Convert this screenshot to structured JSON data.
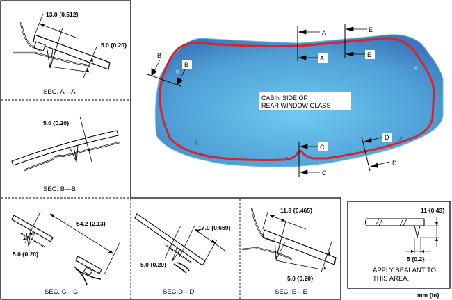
{
  "sections": {
    "a": {
      "caption": "SEC. A—A",
      "dim1": "13.0 {0.512}",
      "dim2": "5.0 {0.20}"
    },
    "b": {
      "caption": "SEC. B—B",
      "dim1": "5.0 {0.20}"
    },
    "c": {
      "caption": "SEC. C—C",
      "dim1": "54.2 {2.13}",
      "dim2": "5.0 {0.20}"
    },
    "d": {
      "caption": "SEC.D—D",
      "dim1": "17.0 {0.669}",
      "dim2": "5.0 {0.20}"
    },
    "e": {
      "caption": "SEC. E—E",
      "dim1": "11.8 {0.465}",
      "dim2": "5.0 {0.20}"
    }
  },
  "glass": {
    "label_line1": "CABIN SIDE OF",
    "label_line2": "REAR WINDOW GLASS",
    "markers": {
      "a": "A",
      "b": "B",
      "c": "C",
      "d": "D",
      "e": "E"
    },
    "colors": {
      "glass": "#5aaee0",
      "sealant": "#d9232a"
    }
  },
  "detail": {
    "height_dim": "11 {0.43}",
    "width_dim": "5 {0.2}",
    "note_line1": "APPLY SEALANT TO",
    "note_line2": "THIS AREA."
  },
  "units": "mm {in}"
}
